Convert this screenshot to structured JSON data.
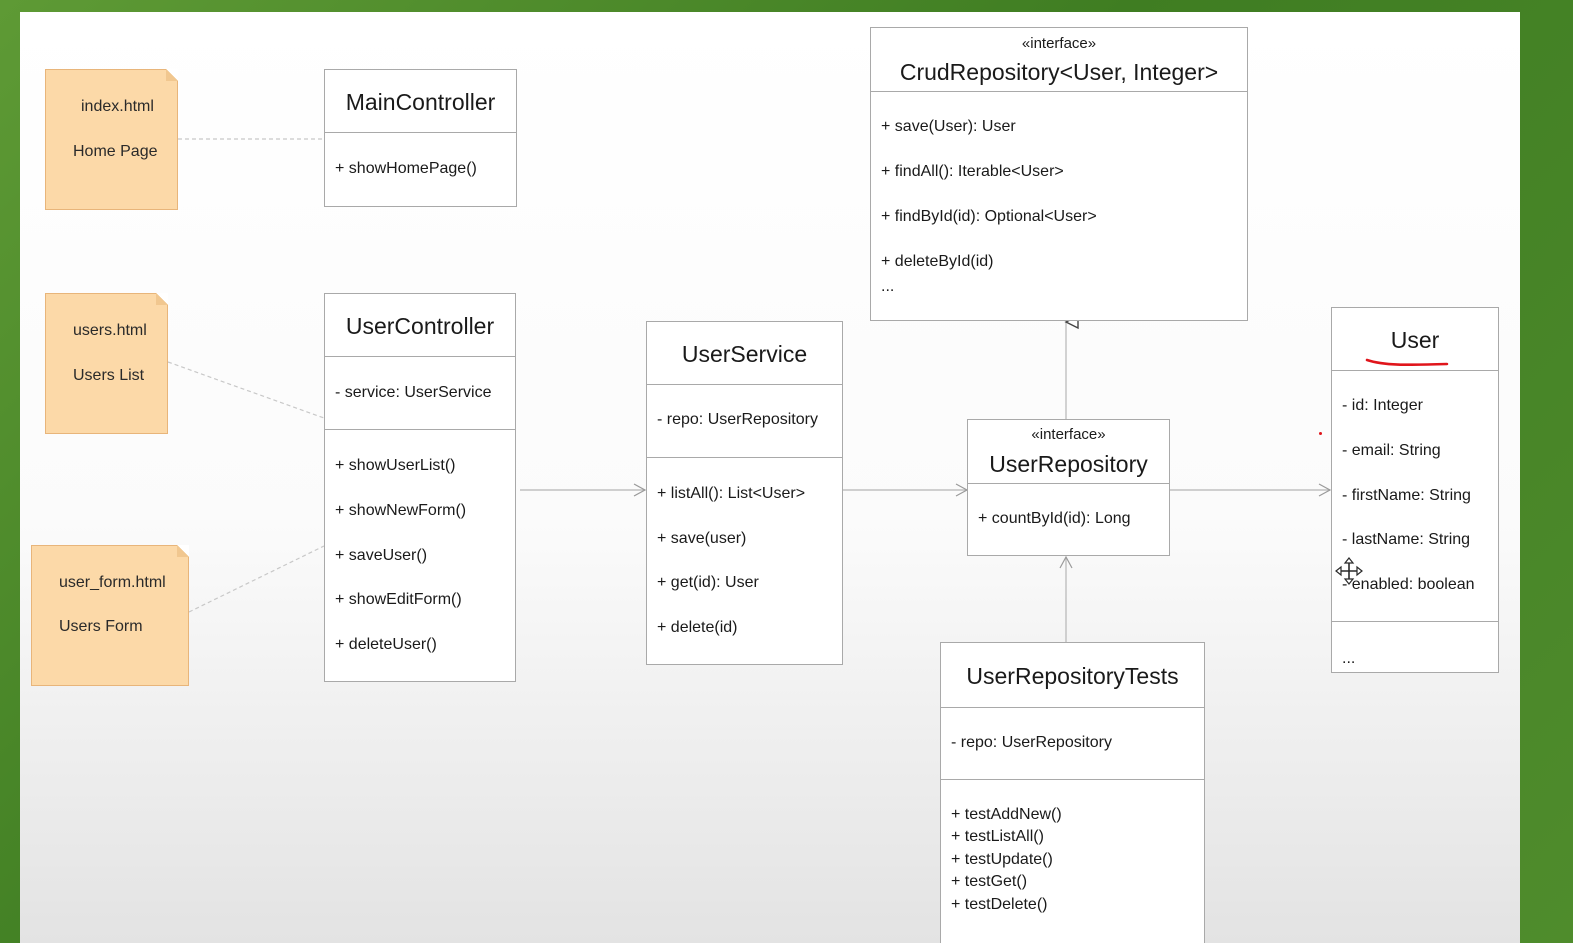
{
  "notes": [
    {
      "file": "index.html",
      "label": "Home Page"
    },
    {
      "file": "users.html",
      "label": "Users List"
    },
    {
      "file": "user_form.html",
      "label": "Users Form"
    }
  ],
  "classes": {
    "main_controller": {
      "name": "MainController",
      "methods": [
        "+ showHomePage()"
      ]
    },
    "user_controller": {
      "name": "UserController",
      "attributes": [
        "- service: UserService"
      ],
      "methods": [
        "+ showUserList()",
        "+ showNewForm()",
        "+ saveUser()",
        "+ showEditForm()",
        "+ deleteUser()"
      ]
    },
    "user_service": {
      "name": "UserService",
      "attributes": [
        "- repo: UserRepository"
      ],
      "methods": [
        "+ listAll(): List<User>",
        "+ save(user)",
        "+ get(id): User",
        "+ delete(id)"
      ]
    },
    "crud_repository": {
      "stereotype": "«interface»",
      "name": "CrudRepository<User, Integer>",
      "methods": [
        "+ save(User): User",
        "+ findAll(): Iterable<User>",
        "+ findById(id): Optional<User>",
        "+ deleteById(id)",
        "..."
      ]
    },
    "user_repository": {
      "stereotype": "«interface»",
      "name": "UserRepository",
      "methods": [
        "+ countById(id): Long"
      ]
    },
    "user_repository_tests": {
      "name": "UserRepositoryTests",
      "attributes": [
        "- repo: UserRepository"
      ],
      "methods": [
        "+ testAddNew()",
        "+ testListAll()",
        "+ testUpdate()",
        "+ testGet()",
        "+ testDelete()"
      ]
    },
    "user": {
      "name": "User",
      "attributes": [
        "- id: Integer",
        "- email: String",
        "- firstName: String",
        "- lastName: String",
        "- enabled: boolean"
      ],
      "methods": [
        "..."
      ]
    }
  },
  "colors": {
    "note_fill": "#fcd9a8",
    "note_border": "#e8b57a",
    "class_border": "#a9a9a9",
    "annotation_red": "#e0151b",
    "background_green": "#4f8c2c"
  },
  "icons": [
    "move-cursor-icon"
  ]
}
